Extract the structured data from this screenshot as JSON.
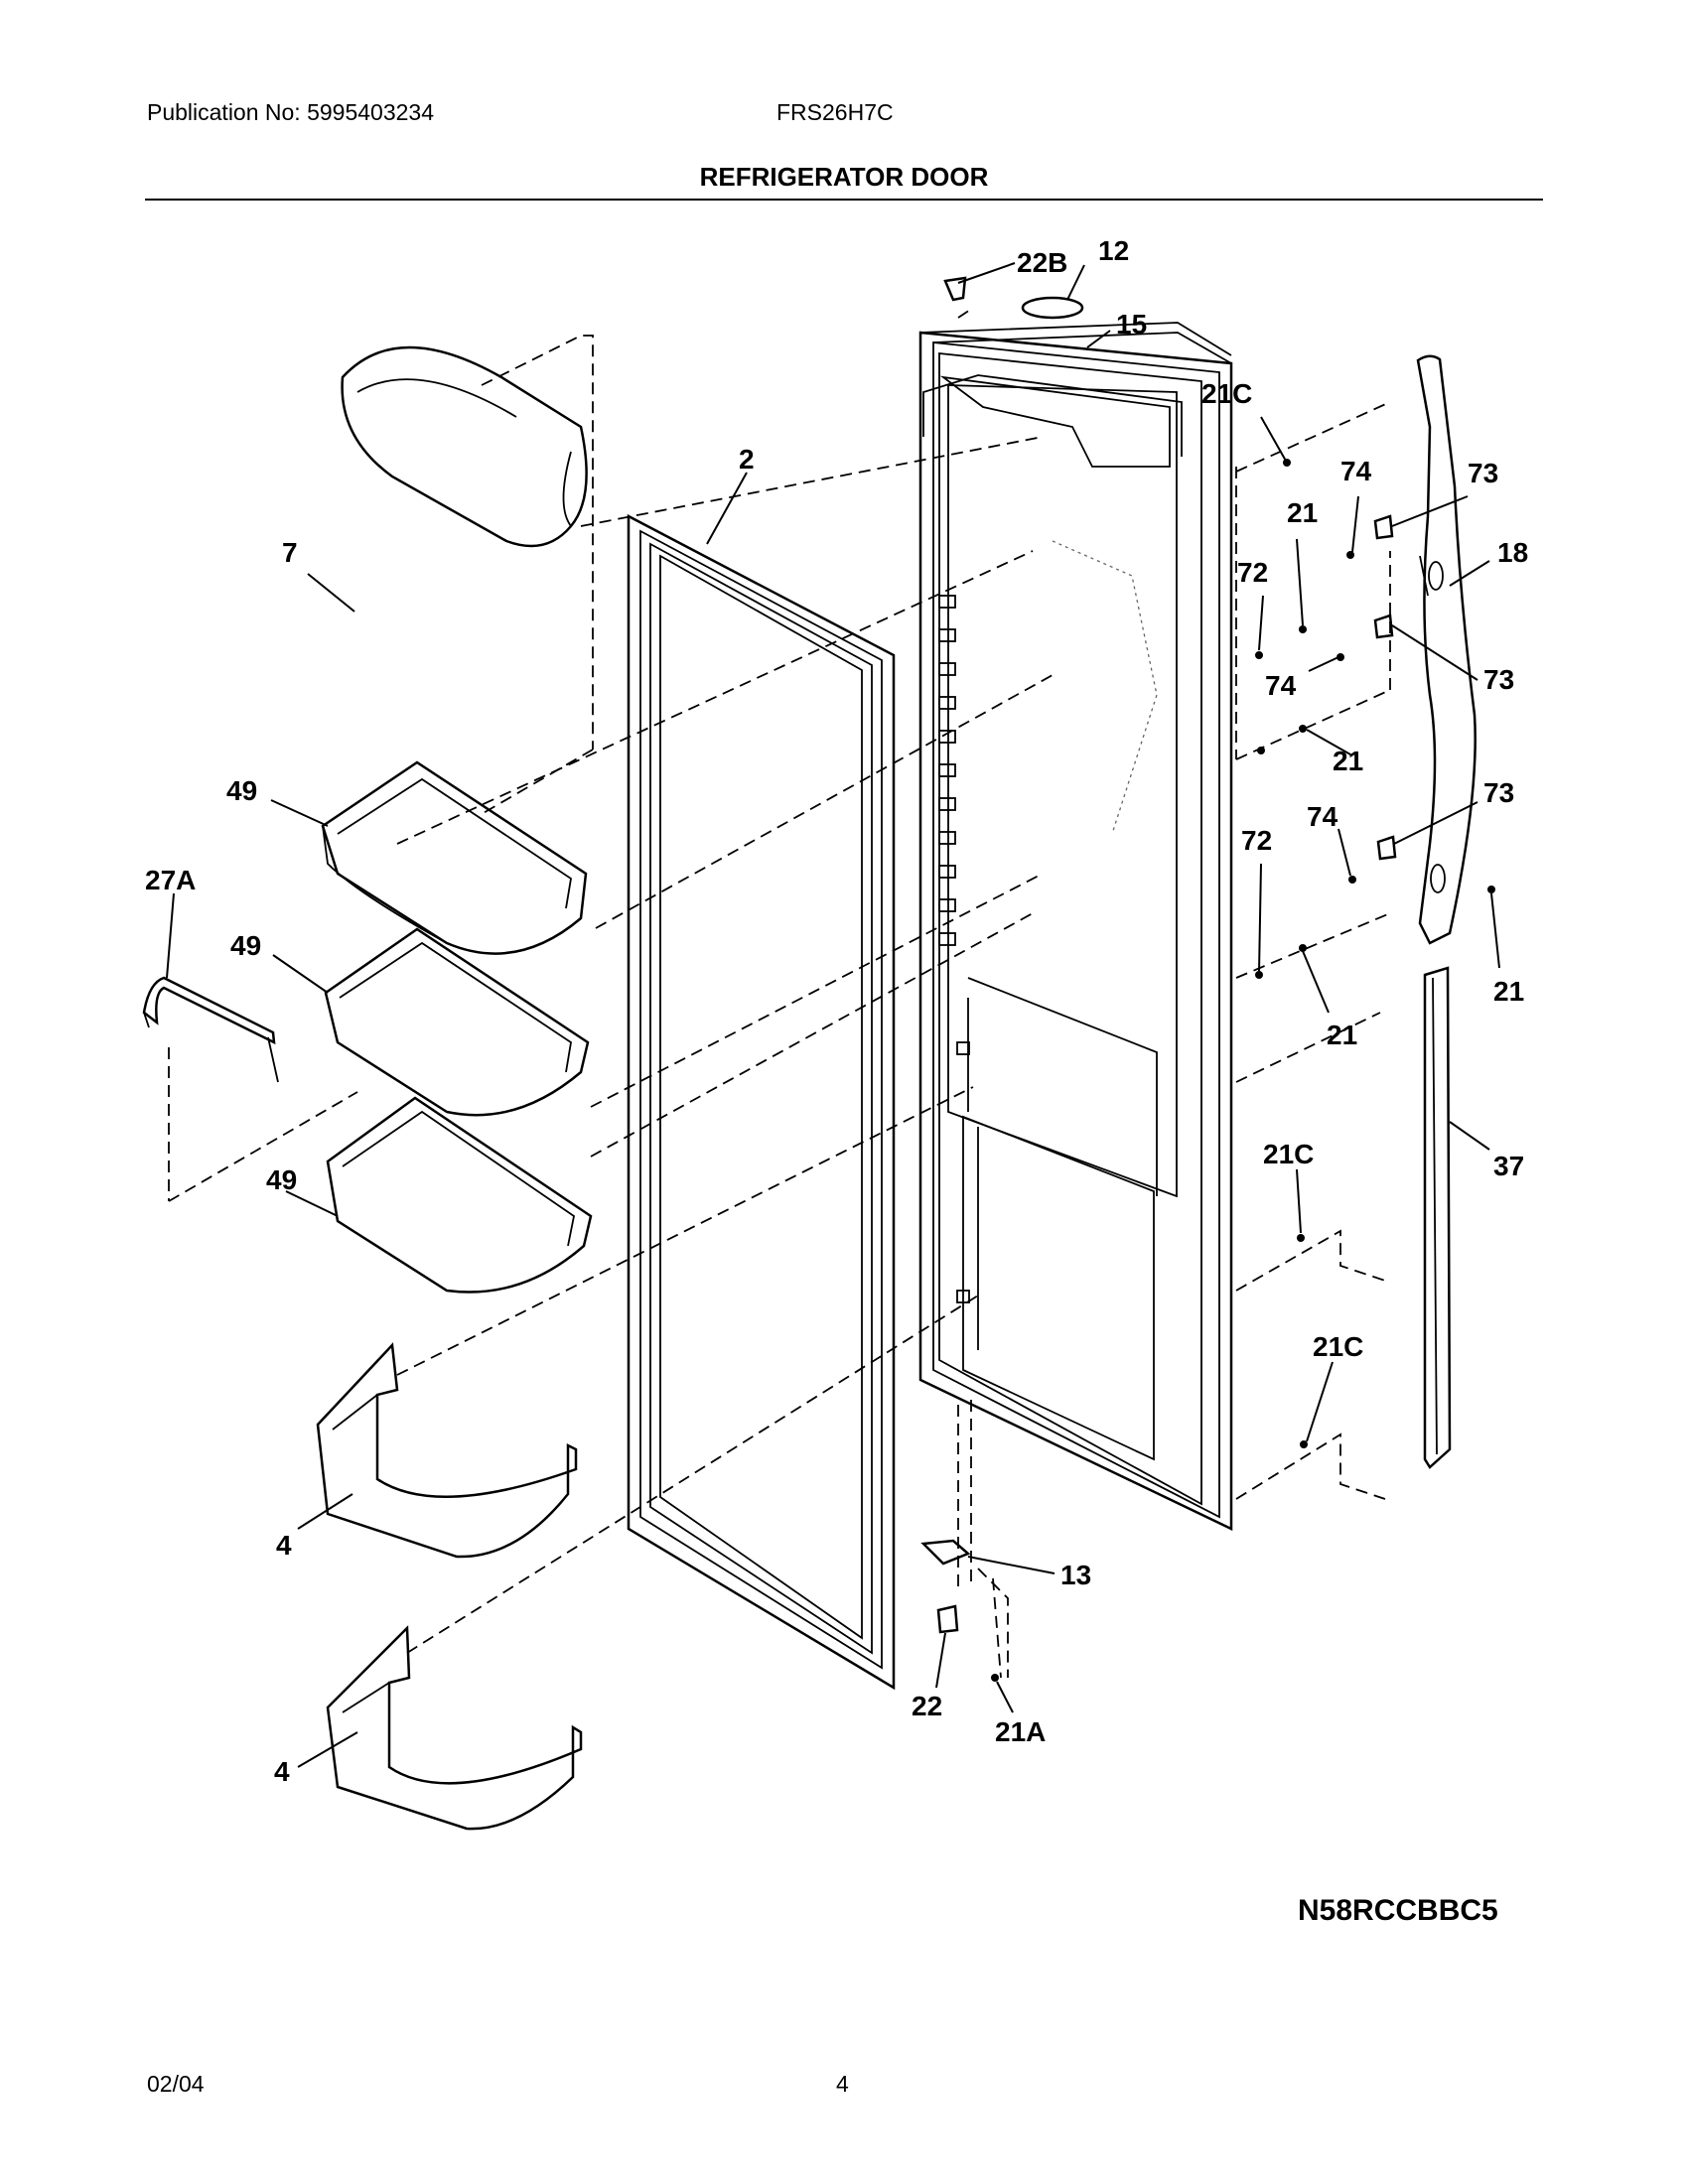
{
  "header": {
    "publication": "Publication No: 5995403234",
    "model": "FRS26H7C",
    "title": "REFRIGERATOR DOOR"
  },
  "callouts": {
    "p22B": "22B",
    "p12": "12",
    "p15": "15",
    "p2": "2",
    "p7": "7",
    "p21C_a": "21C",
    "p74_a": "74",
    "p73_a": "73",
    "p21_a": "21",
    "p18": "18",
    "p72_a": "72",
    "p74_b": "74",
    "p73_b": "73",
    "p21_b": "21",
    "p49_a": "49",
    "p27A": "27A",
    "p72_b": "72",
    "p74_c": "74",
    "p73_c": "73",
    "p49_b": "49",
    "p21_c": "21",
    "p21_d": "21",
    "p37": "37",
    "p49_c": "49",
    "p21C_b": "21C",
    "p21C_c": "21C",
    "p4_a": "4",
    "p13": "13",
    "p22": "22",
    "p21A": "21A",
    "p4_b": "4"
  },
  "footer": {
    "code": "N58RCCBBC5",
    "date": "02/04",
    "page": "4"
  }
}
